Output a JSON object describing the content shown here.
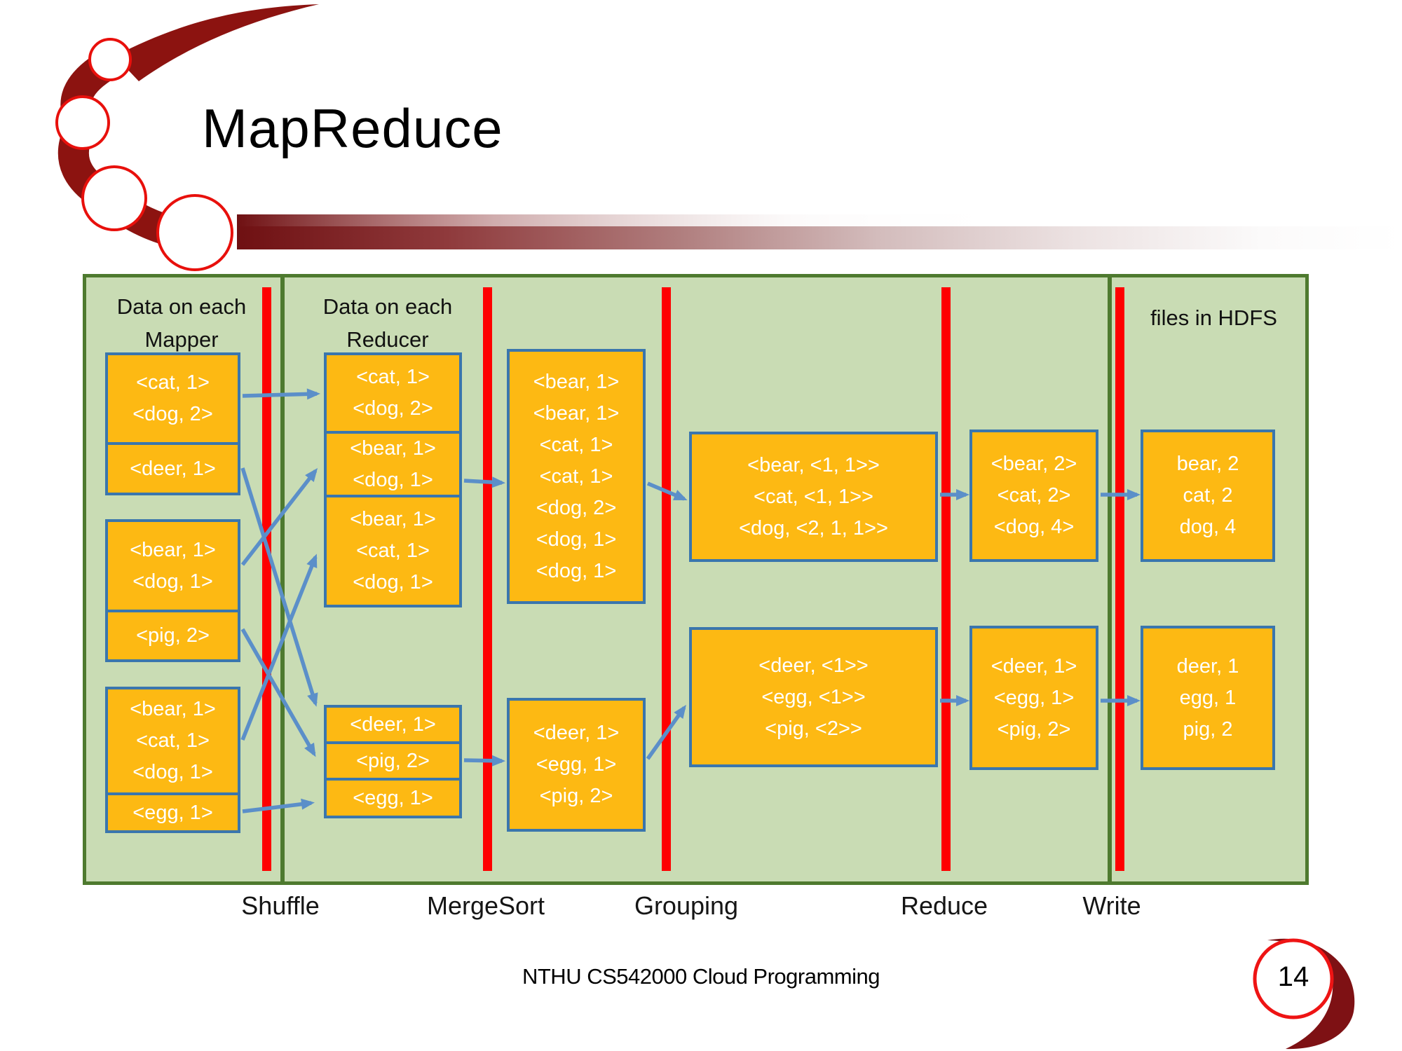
{
  "slide": {
    "title": "MapReduce",
    "footer": "NTHU CS542000 Cloud Programming",
    "page_number": "14"
  },
  "diagram": {
    "headers": {
      "mapper": [
        "Data on each",
        "Mapper"
      ],
      "reducer": [
        "Data on each",
        "Reducer"
      ],
      "hdfs": "files in HDFS"
    },
    "stage_labels": [
      "Shuffle",
      "MergeSort",
      "Grouping",
      "Reduce",
      "Write"
    ],
    "boxes": {
      "mapper1": {
        "lines": [
          "<cat, 1>",
          "<dog, 2>"
        ]
      },
      "mapper1_attached": {
        "lines": [
          "<deer, 1>"
        ]
      },
      "mapper2": {
        "lines": [
          "<bear, 1>",
          "<dog, 1>"
        ]
      },
      "mapper2_attached": {
        "lines": [
          "<pig, 2>"
        ]
      },
      "mapper3": {
        "lines": [
          "<bear, 1>",
          "<cat, 1>",
          "<dog, 1>"
        ]
      },
      "mapper3_attached": {
        "lines": [
          "<egg, 1>"
        ]
      },
      "reducer_top_1": {
        "lines": [
          "<cat, 1>",
          "<dog, 2>"
        ]
      },
      "reducer_top_2": {
        "lines": [
          "<bear, 1>",
          "<dog, 1>"
        ]
      },
      "reducer_top_3": {
        "lines": [
          "<bear, 1>",
          "<cat, 1>",
          "<dog, 1>"
        ]
      },
      "reducer_bottom_1": {
        "lines": [
          "<deer, 1>"
        ]
      },
      "reducer_bottom_2": {
        "lines": [
          "<pig, 2>"
        ]
      },
      "reducer_bottom_3": {
        "lines": [
          "<egg, 1>"
        ]
      },
      "mergesort_top": {
        "lines": [
          "<bear, 1>",
          "<bear, 1>",
          "<cat, 1>",
          "<cat, 1>",
          "<dog, 2>",
          "<dog, 1>",
          "<dog, 1>"
        ]
      },
      "mergesort_bottom": {
        "lines": [
          "<deer, 1>",
          "<egg, 1>",
          "<pig, 2>"
        ]
      },
      "grouping_top": {
        "lines": [
          "<bear, <1, 1>>",
          "<cat, <1, 1>>",
          "<dog, <2, 1, 1>>"
        ]
      },
      "grouping_bottom": {
        "lines": [
          "<deer, <1>>",
          "<egg, <1>>",
          "<pig, <2>>"
        ]
      },
      "reduce_top": {
        "lines": [
          "<bear, 2>",
          "<cat, 2>",
          "<dog, 4>"
        ]
      },
      "reduce_bottom": {
        "lines": [
          "<deer, 1>",
          "<egg, 1>",
          "<pig, 2>"
        ]
      },
      "write_top": {
        "lines": [
          "bear, 2",
          "cat, 2",
          "dog, 4"
        ]
      },
      "write_bottom": {
        "lines": [
          "deer, 1",
          "egg, 1",
          "pig, 2"
        ]
      }
    },
    "colors": {
      "panel_fill": "#c9dcb4",
      "panel_border": "#4e7a2f",
      "box_fill": "#fdb913",
      "box_border": "#3a76ad",
      "stage_line_red": "#fe0000",
      "arrow_blue": "#5b8fc9",
      "accent_red": "#e8100c",
      "swirl_dark_red": "#8c1310"
    }
  }
}
